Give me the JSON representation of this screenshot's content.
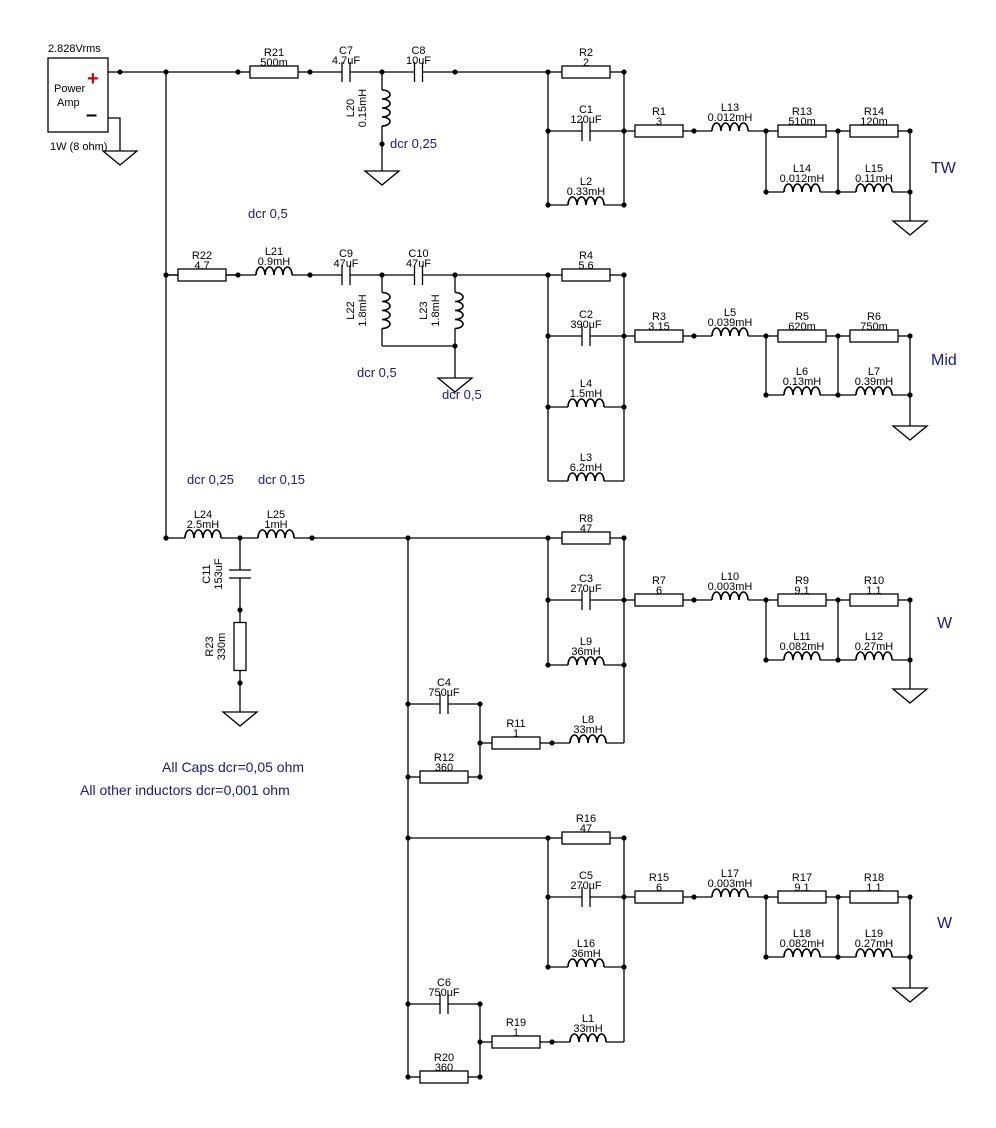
{
  "source": {
    "voltage": "2.828Vrms",
    "name_line1": "Power",
    "name_line2": "Amp",
    "power": "1W (8 ohm)",
    "plus_sign": "+",
    "minus_sign": "–"
  },
  "notes": {
    "caps": "All Caps  dcr=0,05 ohm",
    "inductors": "All other inductors dcr=0,001 ohm"
  },
  "drivers": {
    "tw": "TW",
    "mid": "Mid",
    "w1": "W",
    "w2": "W"
  },
  "dcr": {
    "L20": "dcr 0,25",
    "L21": "dcr 0,5",
    "L22": "dcr 0,5",
    "L23": "dcr 0,5",
    "L24": "dcr 0,25",
    "L25": "dcr 0,15"
  },
  "components": {
    "R21": {
      "name": "R21",
      "value": "500m"
    },
    "C7": {
      "name": "C7",
      "value": "4.7uF"
    },
    "C8": {
      "name": "C8",
      "value": "10uF"
    },
    "L20": {
      "name": "L20",
      "value": "0.15mH"
    },
    "R2": {
      "name": "R2",
      "value": "2"
    },
    "C1": {
      "name": "C1",
      "value": "120uF"
    },
    "L2": {
      "name": "L2",
      "value": "0.33mH"
    },
    "R1": {
      "name": "R1",
      "value": "3"
    },
    "L13": {
      "name": "L13",
      "value": "0.012mH"
    },
    "R13": {
      "name": "R13",
      "value": "510m"
    },
    "R14": {
      "name": "R14",
      "value": "120m"
    },
    "L14": {
      "name": "L14",
      "value": "0.012mH"
    },
    "L15": {
      "name": "L15",
      "value": "0.11mH"
    },
    "R22": {
      "name": "R22",
      "value": "4.7"
    },
    "L21": {
      "name": "L21",
      "value": "0.9mH"
    },
    "C9": {
      "name": "C9",
      "value": "47uF"
    },
    "C10": {
      "name": "C10",
      "value": "47uF"
    },
    "L22": {
      "name": "L22",
      "value": "1.8mH"
    },
    "L23": {
      "name": "L23",
      "value": "1.8mH"
    },
    "R4": {
      "name": "R4",
      "value": "5.6"
    },
    "C2": {
      "name": "C2",
      "value": "390uF"
    },
    "L4": {
      "name": "L4",
      "value": "1.5mH"
    },
    "L3": {
      "name": "L3",
      "value": "6.2mH"
    },
    "R3": {
      "name": "R3",
      "value": "3.15"
    },
    "L5": {
      "name": "L5",
      "value": "0.039mH"
    },
    "R5": {
      "name": "R5",
      "value": "620m"
    },
    "R6": {
      "name": "R6",
      "value": "750m"
    },
    "L6": {
      "name": "L6",
      "value": "0.13mH"
    },
    "L7": {
      "name": "L7",
      "value": "0.39mH"
    },
    "L24": {
      "name": "L24",
      "value": "2.5mH"
    },
    "L25": {
      "name": "L25",
      "value": "1mH"
    },
    "C11": {
      "name": "C11",
      "value": "153uF"
    },
    "R23": {
      "name": "R23",
      "value": "330m"
    },
    "R8": {
      "name": "R8",
      "value": "47"
    },
    "C3": {
      "name": "C3",
      "value": "270uF"
    },
    "L9": {
      "name": "L9",
      "value": "36mH"
    },
    "L8": {
      "name": "L8",
      "value": "33mH"
    },
    "R7": {
      "name": "R7",
      "value": "6"
    },
    "L10": {
      "name": "L10",
      "value": "0.003mH"
    },
    "R9": {
      "name": "R9",
      "value": "9.1"
    },
    "R10": {
      "name": "R10",
      "value": "1.1"
    },
    "L11": {
      "name": "L11",
      "value": "0.082mH"
    },
    "L12": {
      "name": "L12",
      "value": "0.27mH"
    },
    "C4": {
      "name": "C4",
      "value": "750uF"
    },
    "R11": {
      "name": "R11",
      "value": "1"
    },
    "R12": {
      "name": "R12",
      "value": "360"
    },
    "R16": {
      "name": "R16",
      "value": "47"
    },
    "C5": {
      "name": "C5",
      "value": "270uF"
    },
    "L16": {
      "name": "L16",
      "value": "36mH"
    },
    "L1": {
      "name": "L1",
      "value": "33mH"
    },
    "R15": {
      "name": "R15",
      "value": "6"
    },
    "L17": {
      "name": "L17",
      "value": "0.003mH"
    },
    "R17": {
      "name": "R17",
      "value": "9.1"
    },
    "R18": {
      "name": "R18",
      "value": "1.1"
    },
    "L18": {
      "name": "L18",
      "value": "0.082mH"
    },
    "L19": {
      "name": "L19",
      "value": "0.27mH"
    },
    "C6": {
      "name": "C6",
      "value": "750uF"
    },
    "R19": {
      "name": "R19",
      "value": "1"
    },
    "R20": {
      "name": "R20",
      "value": "360"
    }
  }
}
